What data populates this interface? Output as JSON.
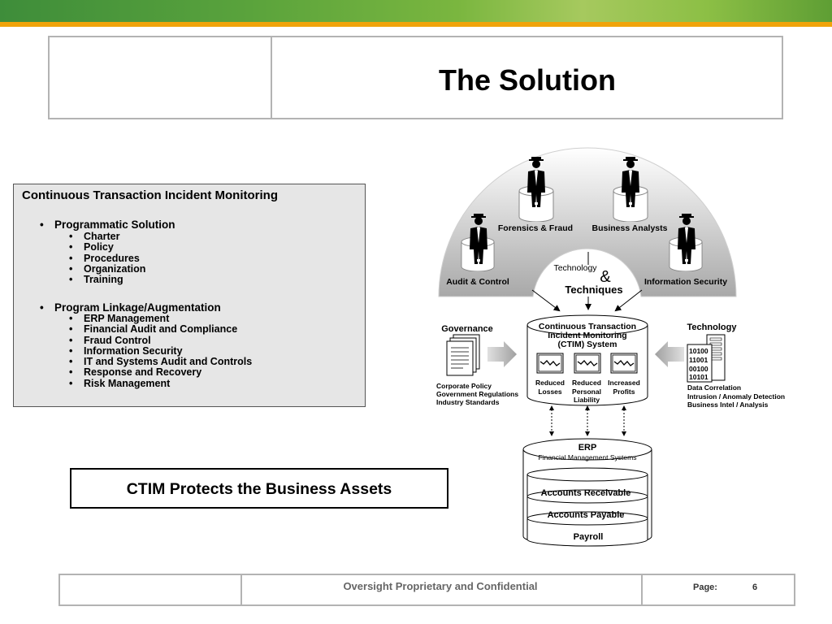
{
  "slide": {
    "title": "The Solution"
  },
  "left_panel": {
    "title": "Continuous Transaction Incident Monitoring",
    "group1": {
      "heading": "Programmatic Solution",
      "items": [
        "Charter",
        "Policy",
        "Procedures",
        "Organization",
        "Training"
      ]
    },
    "group2": {
      "heading": "Program Linkage/Augmentation",
      "items": [
        "ERP  Management",
        "Financial Audit and Compliance",
        "Fraud Control",
        "Information Security",
        "IT and Systems Audit and Controls",
        "Response and Recovery",
        "Risk Management"
      ]
    }
  },
  "callout": {
    "text": "CTIM Protects the Business Assets"
  },
  "diagram": {
    "roles": {
      "forensics": "Forensics & Fraud",
      "analysts": "Business Analysts",
      "audit": "Audit & Control",
      "infosec": "Information Security"
    },
    "center": {
      "technology": "Technology",
      "amp": "&",
      "techniques": "Techniques"
    },
    "governance": {
      "label": "Governance",
      "lines": [
        "Corporate Policy",
        "Government Regulations",
        "Industry Standards"
      ]
    },
    "technology": {
      "label": "Technology",
      "binary": [
        "10100",
        "11001",
        "00100",
        "10101"
      ],
      "lines": [
        "Data Correlation",
        "Intrusion / Anomaly Detection",
        "Business Intel / Analysis"
      ]
    },
    "ctim": {
      "lines": [
        "Continuous Transaction",
        "Incident Monitoring",
        "(CTIM) System"
      ],
      "outcomes": [
        {
          "lines": [
            "Reduced",
            "Losses"
          ]
        },
        {
          "lines": [
            "Reduced",
            "Personal",
            "Liability"
          ]
        },
        {
          "lines": [
            "Increased",
            "Profits"
          ]
        }
      ]
    },
    "erp": {
      "title": "ERP",
      "subtitle": "Financial Management Systems",
      "modules": [
        "Accounts Receivable",
        "Accounts Payable",
        "Payroll"
      ]
    }
  },
  "footer": {
    "text": "Oversight Proprietary and Confidential",
    "page_label": "Page:",
    "page_number": "6"
  },
  "colors": {
    "header_green": "#5aa33c",
    "header_orange": "#f0a30a",
    "panel_gray": "#e6e6e6",
    "border_gray": "#b3b3b3"
  }
}
